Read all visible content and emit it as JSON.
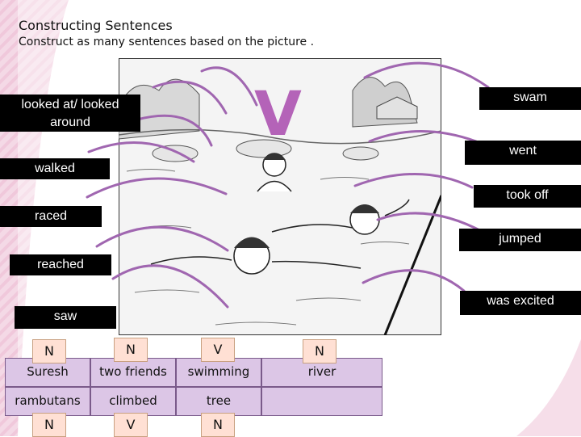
{
  "header": {
    "title": "Constructing Sentences",
    "subtitle": "Construct as many sentences based on the picture ."
  },
  "picture": {
    "big_letter": "V"
  },
  "left_words": [
    "looked at/ looked around",
    "walked",
    "raced",
    "reached",
    "saw"
  ],
  "right_words": [
    "swam",
    "went",
    "took off",
    "jumped",
    "was excited"
  ],
  "tags_top": [
    "N",
    "N",
    "V",
    "N"
  ],
  "tags_bottom": [
    "N",
    "V",
    "N"
  ],
  "table": {
    "rows": [
      [
        "Suresh",
        "two friends",
        "swimming",
        "river"
      ],
      [
        "rambutans",
        "climbed",
        "tree",
        ""
      ]
    ]
  },
  "colors": {
    "accent": "#b463b8",
    "table_fill": "#dcc6e6",
    "tag_fill": "#ffe0d4"
  }
}
